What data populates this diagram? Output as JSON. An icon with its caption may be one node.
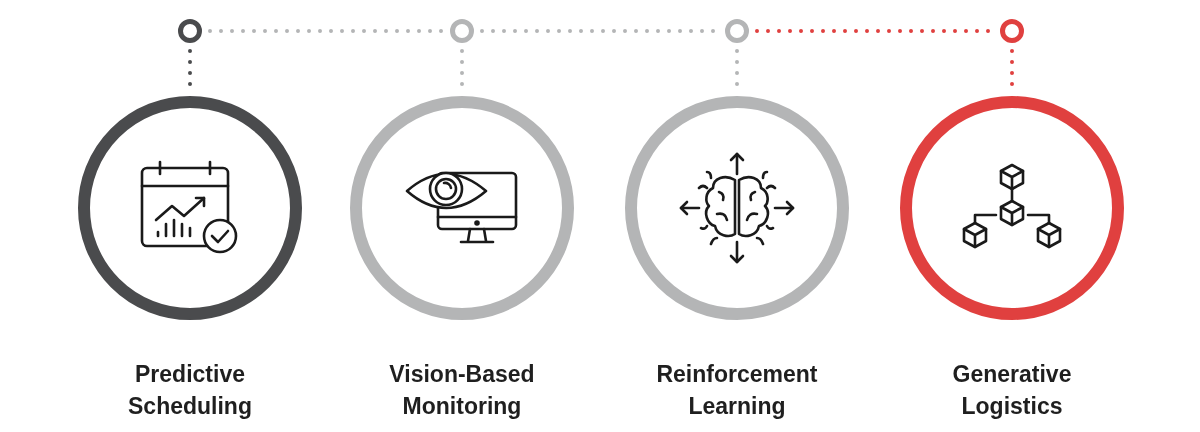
{
  "diagram": {
    "nodes": [
      {
        "text": [],
        "shape": "circle"
      },
      {
        "text": [],
        "shape": "circle"
      },
      {
        "text": [],
        "shape": "circle"
      },
      {
        "text": [],
        "shape": "circle"
      },
      {
        "text": [
          "Predictive Scheduling"
        ]
      },
      {
        "text": [
          "Vision-Based Monitoring"
        ]
      },
      {
        "text": [
          "Reinforcement Learning"
        ]
      },
      {
        "text": [
          "Generative Logistics"
        ]
      }
    ],
    "edges": [
      {
        "from": 0,
        "to": 1,
        "arrow": "none",
        "style": "dashed"
      },
      {
        "from": 1,
        "to": 2,
        "arrow": "none",
        "style": "dashed"
      },
      {
        "from": 2,
        "to": 3,
        "arrow": "none",
        "style": "dashed",
        "color": "#e0403f"
      },
      {
        "from": 0,
        "to": 4,
        "arrow": "none",
        "style": "dashed",
        "color": "#4a4b4d"
      },
      {
        "from": 1,
        "to": 5,
        "arrow": "none",
        "style": "dashed"
      },
      {
        "from": 2,
        "to": 6,
        "arrow": "none",
        "style": "dashed"
      },
      {
        "from": 3,
        "to": 7,
        "arrow": "none",
        "style": "dashed",
        "color": "#e0403f"
      }
    ]
  }
}
